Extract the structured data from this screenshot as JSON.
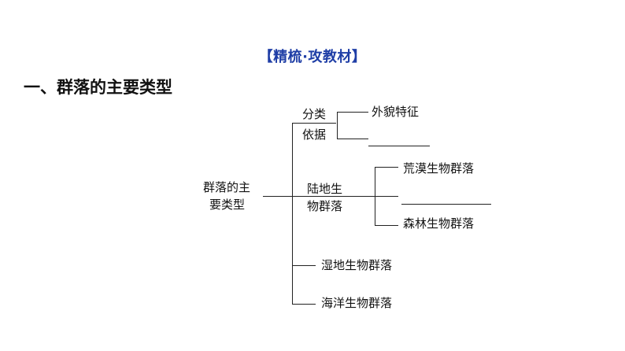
{
  "header": {
    "title": "【精梳·攻教材】"
  },
  "section": {
    "heading": "一、群落的主要类型"
  },
  "diagram": {
    "root": [
      "群落的主",
      "要类型"
    ],
    "classification": {
      "label": [
        "分类",
        "依据"
      ],
      "items": [
        "外貌特征",
        ""
      ]
    },
    "terrestrial": {
      "label": [
        "陆地生",
        "物群落"
      ],
      "items": [
        "荒漠生物群落",
        "",
        "森林生物群落"
      ]
    },
    "wetland": "湿地生物群落",
    "marine": "海洋生物群落"
  }
}
